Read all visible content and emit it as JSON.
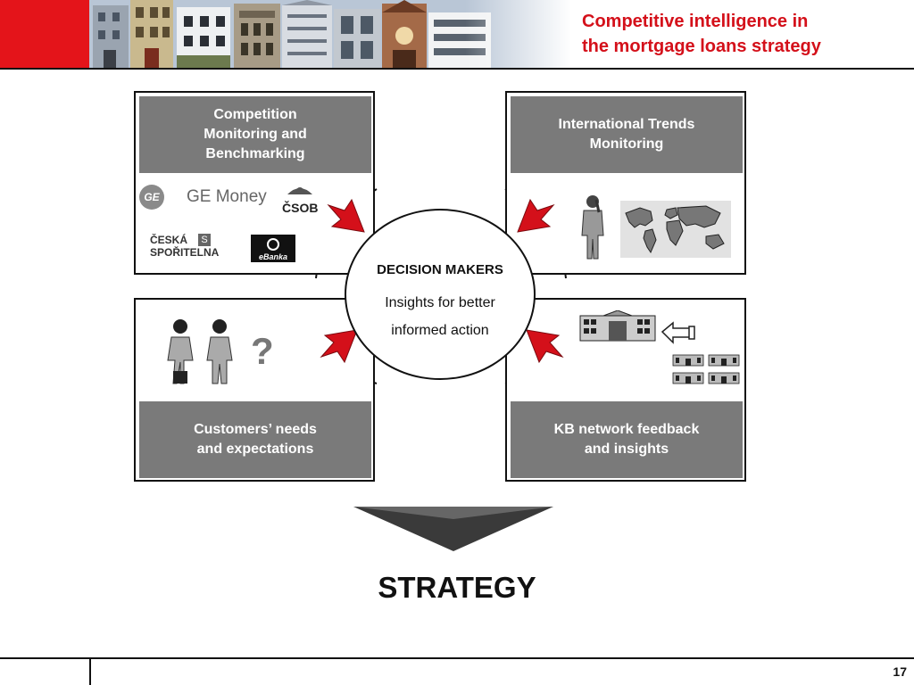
{
  "header": {
    "title": "Competitive intelligence in\nthe mortgage loans strategy",
    "red_color": "#e4141a",
    "photo_strip": "bank-buildings-photo-strip"
  },
  "panels": {
    "top_left": {
      "label": "Competition\nMonitoring and\nBenchmarking",
      "logos": [
        "GE Money",
        "ČSOB",
        "ČESKÁ\nSPOŘITELNA",
        "eBanka"
      ]
    },
    "top_right": {
      "label": "International Trends\nMonitoring",
      "icons": [
        "businessman-icon",
        "world-map-icon"
      ]
    },
    "bottom_left": {
      "label": "Customers’ needs\nand expectations",
      "icons": [
        "woman-icon",
        "man-icon"
      ],
      "question_mark": "?"
    },
    "bottom_right": {
      "label": "KB network feedback\nand insights",
      "icons": [
        "headquarters-icon",
        "pointing-hand-icon",
        "branch-office-icon"
      ]
    }
  },
  "center": {
    "title": "DECISION MAKERS",
    "subtitle": "Insights for better\ninformed action"
  },
  "result": {
    "label": "STRATEGY"
  },
  "footer": {
    "page_number": "17"
  },
  "colors": {
    "panel_label": "#7a7a7a",
    "arrow": "#d4101a",
    "title": "#d4101a",
    "chevron": "#333333"
  }
}
